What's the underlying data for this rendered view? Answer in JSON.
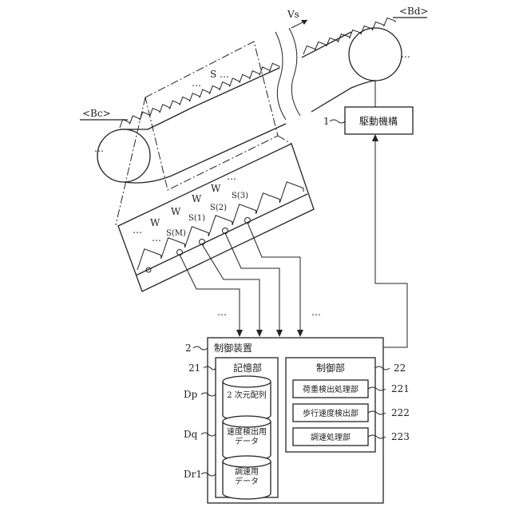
{
  "escalator": {
    "speed_label": "Vs",
    "lower_landing": "<Bc>",
    "upper_landing": "<Bd>",
    "step_label_top": "S",
    "step_labels": [
      "S(M)",
      "S(1)",
      "S(2)",
      "S(3)"
    ],
    "load_labels": [
      "W",
      "W",
      "W",
      "W"
    ],
    "ellipsis": "…"
  },
  "drive": {
    "ref": "1",
    "label": "駆動機構"
  },
  "controller": {
    "ref": "2",
    "label": "制御装置",
    "storage": {
      "ref": "21",
      "label": "記憶部",
      "items": [
        {
          "ref": "Dp",
          "label_lines": [
            "2 次元配列"
          ]
        },
        {
          "ref": "Dq",
          "label_lines": [
            "速度検出用",
            "データ"
          ]
        },
        {
          "ref": "Dr1",
          "label_lines": [
            "調速用",
            "データ"
          ]
        }
      ]
    },
    "control": {
      "ref": "22",
      "label": "制御部",
      "items": [
        {
          "ref": "221",
          "label": "荷重検出処理部"
        },
        {
          "ref": "222",
          "label": "歩行速度検出部"
        },
        {
          "ref": "223",
          "label": "調速処理部"
        }
      ]
    }
  }
}
